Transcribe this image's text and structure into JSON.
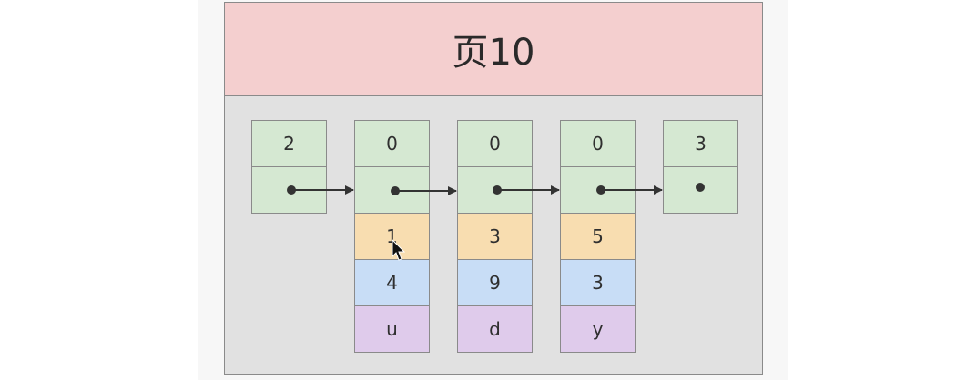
{
  "page": {
    "title": "页10"
  },
  "records": [
    {
      "n_owned": "2",
      "key": "",
      "field2": "",
      "field3": ""
    },
    {
      "n_owned": "0",
      "key": "1",
      "field2": "4",
      "field3": "u"
    },
    {
      "n_owned": "0",
      "key": "3",
      "field2": "9",
      "field3": "d"
    },
    {
      "n_owned": "0",
      "key": "5",
      "field2": "3",
      "field3": "y"
    },
    {
      "n_owned": "3",
      "key": "",
      "field2": "",
      "field3": ""
    }
  ],
  "colors": {
    "header_bg": "#f4cfcf",
    "page_bg": "#e1e1e1",
    "record_header": "#d5e8d2",
    "key_cell": "#f8ddb0",
    "field2_cell": "#c8ddf6",
    "field3_cell": "#dfcbeb"
  }
}
